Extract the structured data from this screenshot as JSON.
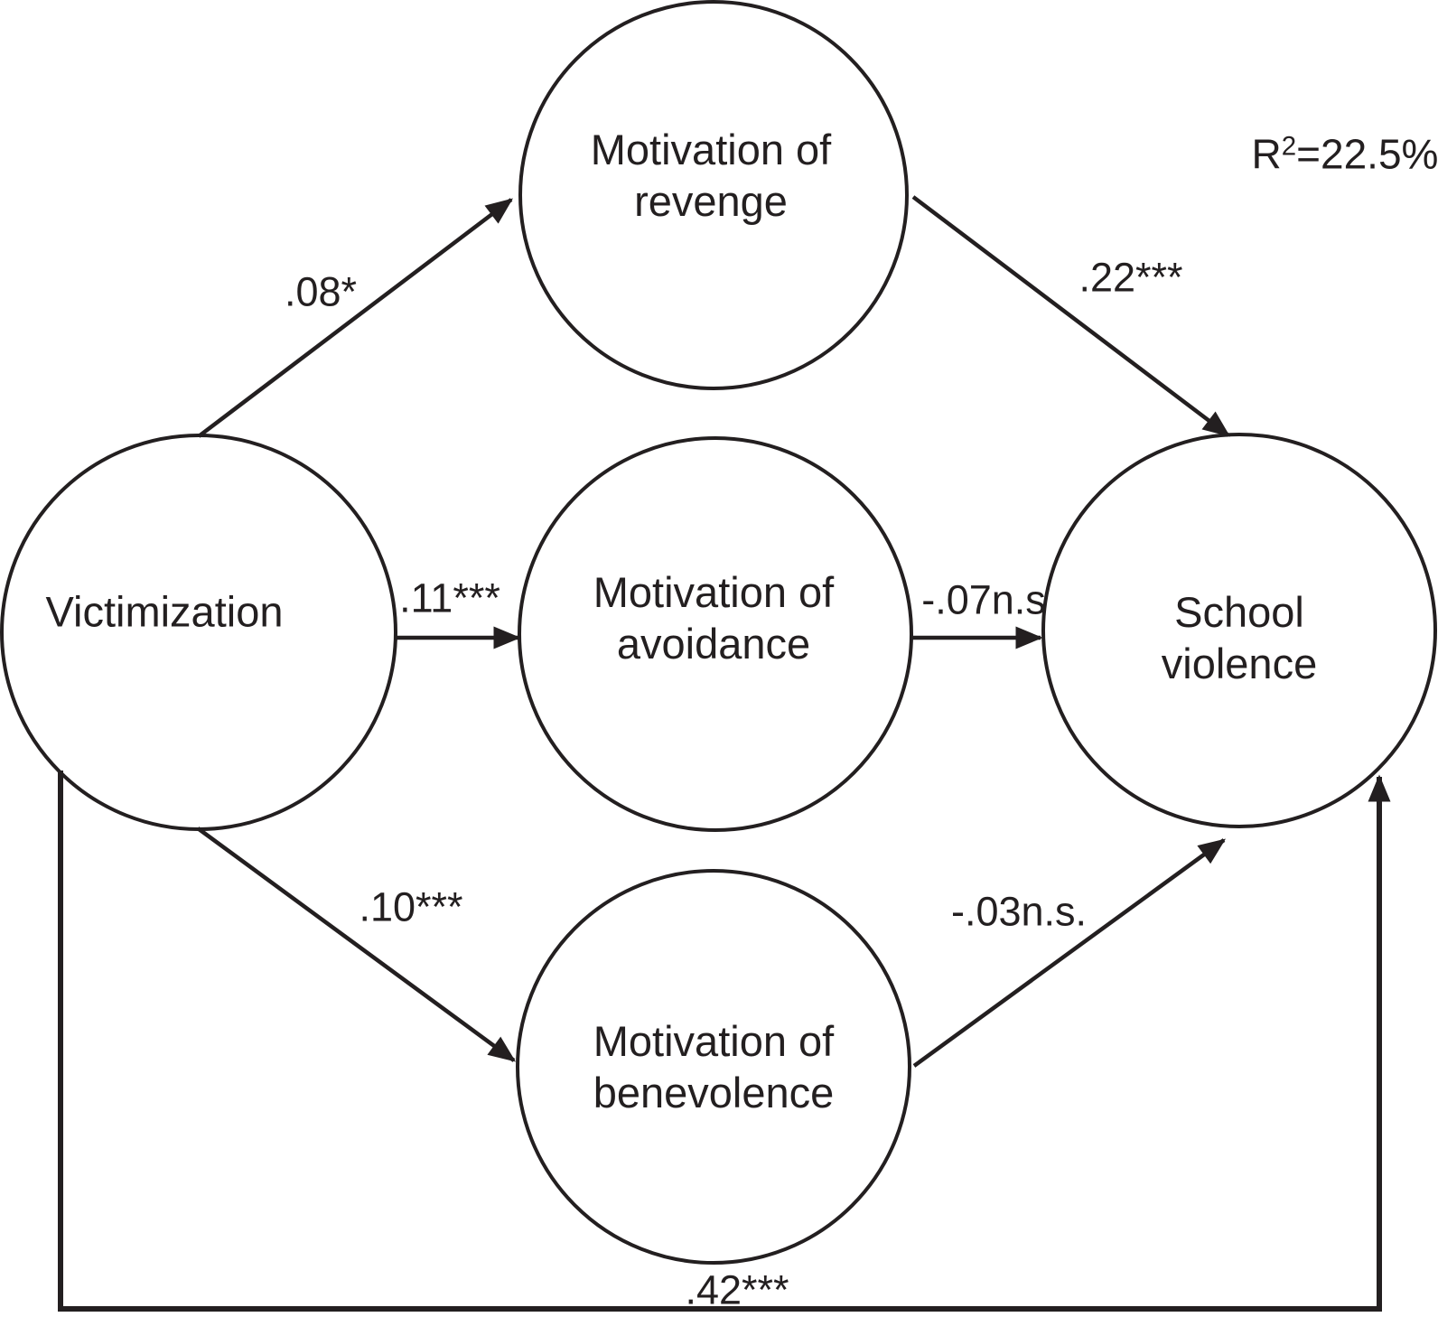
{
  "figure": {
    "r_squared": {
      "base": "R",
      "superscript": "2",
      "value": "=22.5%"
    },
    "nodes": {
      "victimization": {
        "label": "Victimization"
      },
      "revenge": {
        "line1": "Motivation of",
        "line2": "revenge"
      },
      "avoidance": {
        "line1": "Motivation of",
        "line2": "avoidance"
      },
      "benevolence": {
        "line1": "Motivation of",
        "line2": "benevolence"
      },
      "school_violence": {
        "line1": "School",
        "line2": "violence"
      }
    },
    "coefficients": {
      "victimization_to_revenge": ".08*",
      "victimization_to_avoidance": ".11***",
      "victimization_to_benevolence": ".10***",
      "revenge_to_school_violence": ".22***",
      "avoidance_to_school_violence": "-.07n.s",
      "benevolence_to_school_violence": "-.03n.s.",
      "victimization_to_school_violence_direct": ".42***"
    },
    "colors": {
      "ink": "#231f20",
      "background": "#ffffff"
    }
  }
}
